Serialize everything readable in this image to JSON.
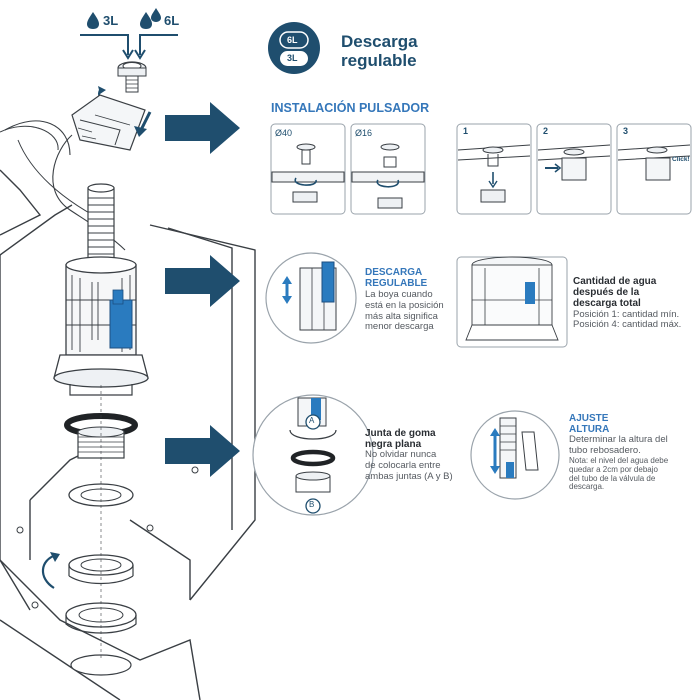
{
  "flow_options": {
    "small": "3L",
    "large": "6L"
  },
  "badge": {
    "top": "6L",
    "bottom": "3L"
  },
  "title": {
    "line1": "Descarga",
    "line2": "regulable"
  },
  "install": {
    "heading": "INSTALACIÓN PULSADOR",
    "size_a": "Ø40",
    "size_b": "Ø16",
    "steps": [
      "1",
      "2",
      "3"
    ],
    "click": "Click!"
  },
  "regulable": {
    "heading_line1": "DESCARGA",
    "heading_line2": "REGULABLE",
    "body_line1": "La boya cuando",
    "body_line2": "está en la posición",
    "body_line3": "más alta significa",
    "body_line4": "menor descarga"
  },
  "quantity": {
    "heading_line1": "Cantidad de agua",
    "heading_line2": "después de la",
    "heading_line3": "descarga total",
    "pos1": "Posición 1: cantidad mín.",
    "pos4": "Posición 4: cantidad máx."
  },
  "gasket": {
    "heading_line1": "Junta de goma",
    "heading_line2": "negra plana",
    "body_line1": "No olvidar nunca",
    "body_line2": "de colocarla entre",
    "body_line3": "ambas juntas (A y B)",
    "label_a": "A",
    "label_b": "B"
  },
  "height": {
    "heading_line1": "AJUSTE",
    "heading_line2": "ALTURA",
    "body_line1": "Determinar la altura del",
    "body_line2": "tubo rebosadero.",
    "note_line1": "Nota: el nivel del agua debe",
    "note_line2": "quedar a 2cm por debajo",
    "note_line3": "del tubo de la válvula de",
    "note_line4": "descarga."
  },
  "colors": {
    "teal": "#1f4e6e",
    "blue": "#3577ba",
    "line": "#3a3f44",
    "water": "#2a7bbf"
  }
}
